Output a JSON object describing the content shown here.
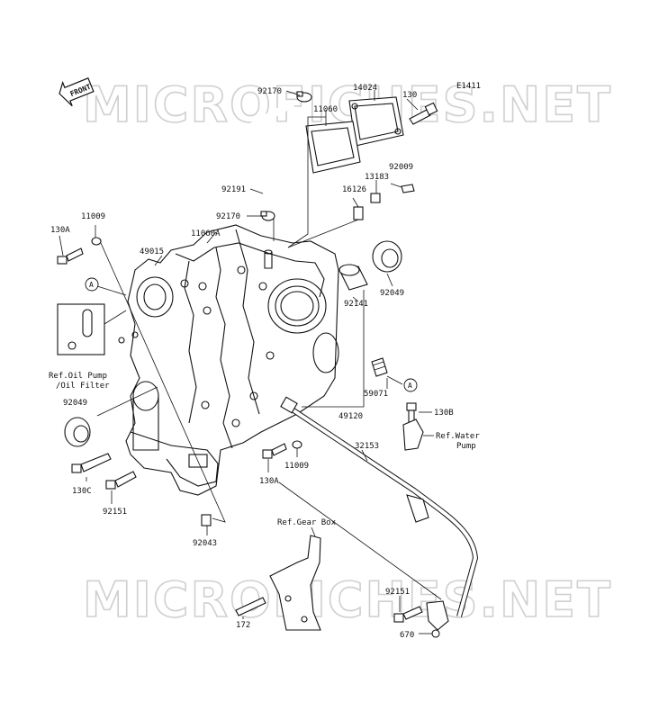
{
  "diagram": {
    "code": "E1411",
    "front_badge": "FRONT",
    "watermark": "MICROFICHES.NET",
    "parts": {
      "p92170a": "92170",
      "p14024": "14024",
      "p130a": "130",
      "p11060": "11060",
      "p13183": "13183",
      "p92009": "92009",
      "p16126": "16126",
      "p92191": "92191",
      "p92170b": "92170",
      "p11009a": "11009",
      "p130A_a": "130A",
      "p11060A": "11060A",
      "p49015": "49015",
      "p92049a": "92049",
      "p92141": "92141",
      "p59071": "59071",
      "p49120": "49120",
      "p130B": "130B",
      "p92049b": "92049",
      "p32153": "32153",
      "p11009b": "11009",
      "p130A_b": "130A",
      "p130C": "130C",
      "p92151a": "92151",
      "p92043": "92043",
      "p92151b": "92151",
      "p172": "172",
      "p670": "670"
    },
    "callouts": {
      "a_left": "A",
      "a_right": "A"
    },
    "refs": {
      "oil_pump_1": "Ref.Oil Pump",
      "oil_pump_2": "/Oil Filter",
      "water_pump_1": "Ref.Water",
      "water_pump_2": "Pump",
      "gear_box": "Ref.Gear Box"
    }
  }
}
